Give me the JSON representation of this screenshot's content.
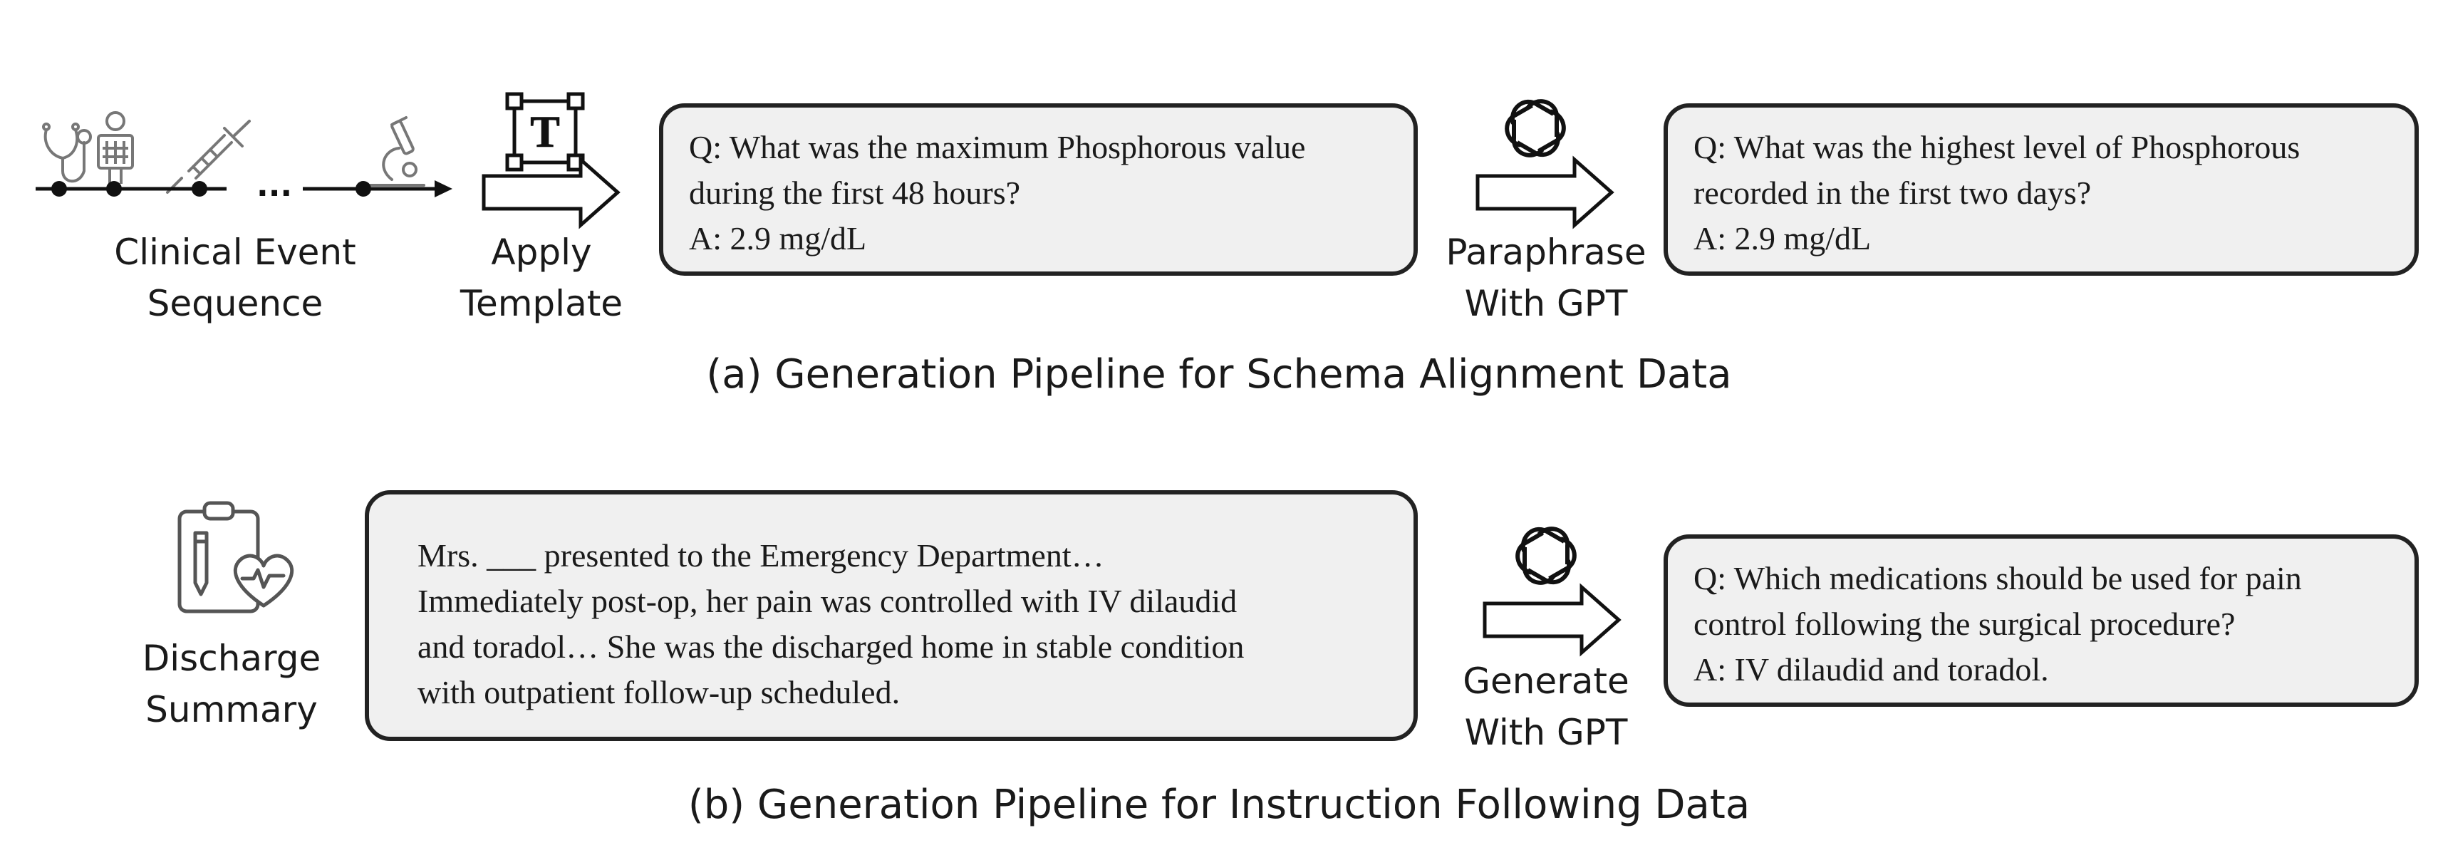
{
  "top": {
    "input_label": [
      "Clinical Event",
      "Sequence"
    ],
    "timeline_ellipsis": "...",
    "template_icon_letter": "T",
    "apply_label": [
      "Apply",
      "Template"
    ],
    "qa_box": {
      "q": [
        "Q: What was the maximum Phosphorous value",
        "during the first 48 hours?"
      ],
      "a": "A: 2.9 mg/dL"
    },
    "paraphrase_label": [
      "Paraphrase",
      "With GPT"
    ],
    "paraphrased_box": {
      "q": [
        "Q: What was the highest level of Phosphorous",
        "recorded in the first two days?"
      ],
      "a": "A: 2.9 mg/dL"
    },
    "caption": "(a) Generation Pipeline for Schema Alignment Data"
  },
  "bottom": {
    "input_label": [
      "Discharge",
      "Summary"
    ],
    "summary_box": {
      "lines": [
        "Mrs. ___ presented to the Emergency Department…",
        "Immediately post-op, her pain was controlled with IV dilaudid",
        "and toradol… She was the discharged home in stable condition",
        "with outpatient follow-up scheduled."
      ]
    },
    "generate_label": [
      "Generate",
      "With GPT"
    ],
    "qa_box": {
      "q": [
        "Q: Which medications should be used for pain",
        "control following the surgical procedure?"
      ],
      "a": "A: IV dilaudid and toradol."
    },
    "caption": "(b) Generation Pipeline for Instruction Following Data"
  },
  "icons": {
    "stethoscope": "stethoscope-icon",
    "xray": "xray-patient-icon",
    "syringe": "syringe-icon",
    "microscope": "microscope-icon",
    "template": "template-icon",
    "openai": "openai-logo-icon",
    "clipboard": "clipboard-heart-icon",
    "arrow": "right-arrow-icon"
  }
}
